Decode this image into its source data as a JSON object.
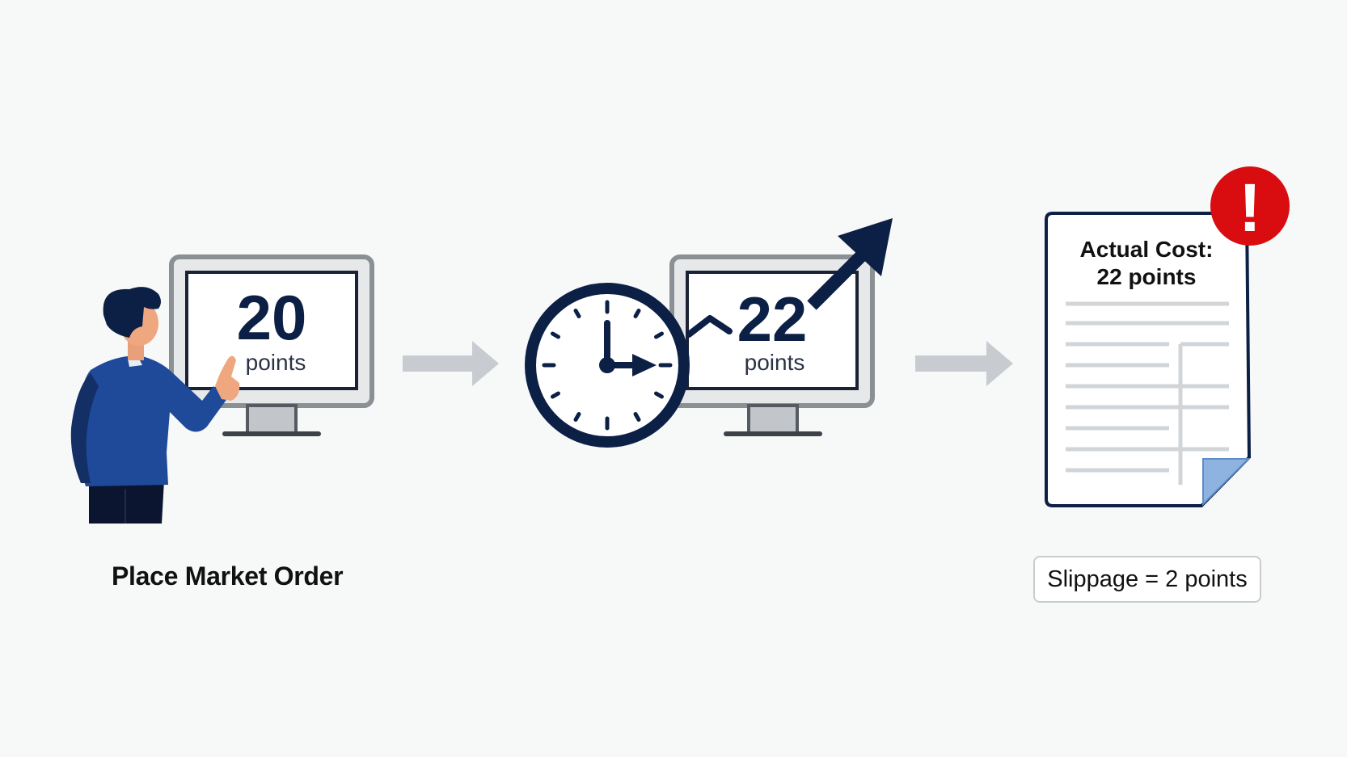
{
  "diagram": {
    "step1": {
      "monitor_value": "20",
      "monitor_unit": "points",
      "caption": "Place Market Order"
    },
    "step2": {
      "monitor_value": "22",
      "monitor_unit": "points"
    },
    "step3": {
      "document_title_line1": "Actual Cost:",
      "document_title_line2": "22 points",
      "slippage_label": "Slippage = 2 points",
      "alert_symbol": "!"
    },
    "icons": [
      "person-icon",
      "monitor-icon",
      "arrow-right-icon",
      "clock-icon",
      "trend-up-arrow-icon",
      "document-icon",
      "alert-icon"
    ],
    "colors": {
      "navy": "#0c1f45",
      "blue_suit": "#1f4a9a",
      "arrow_gray": "#c8ccd0",
      "alert_red": "#d90d10",
      "doc_fold_blue": "#8fb3e0"
    }
  }
}
